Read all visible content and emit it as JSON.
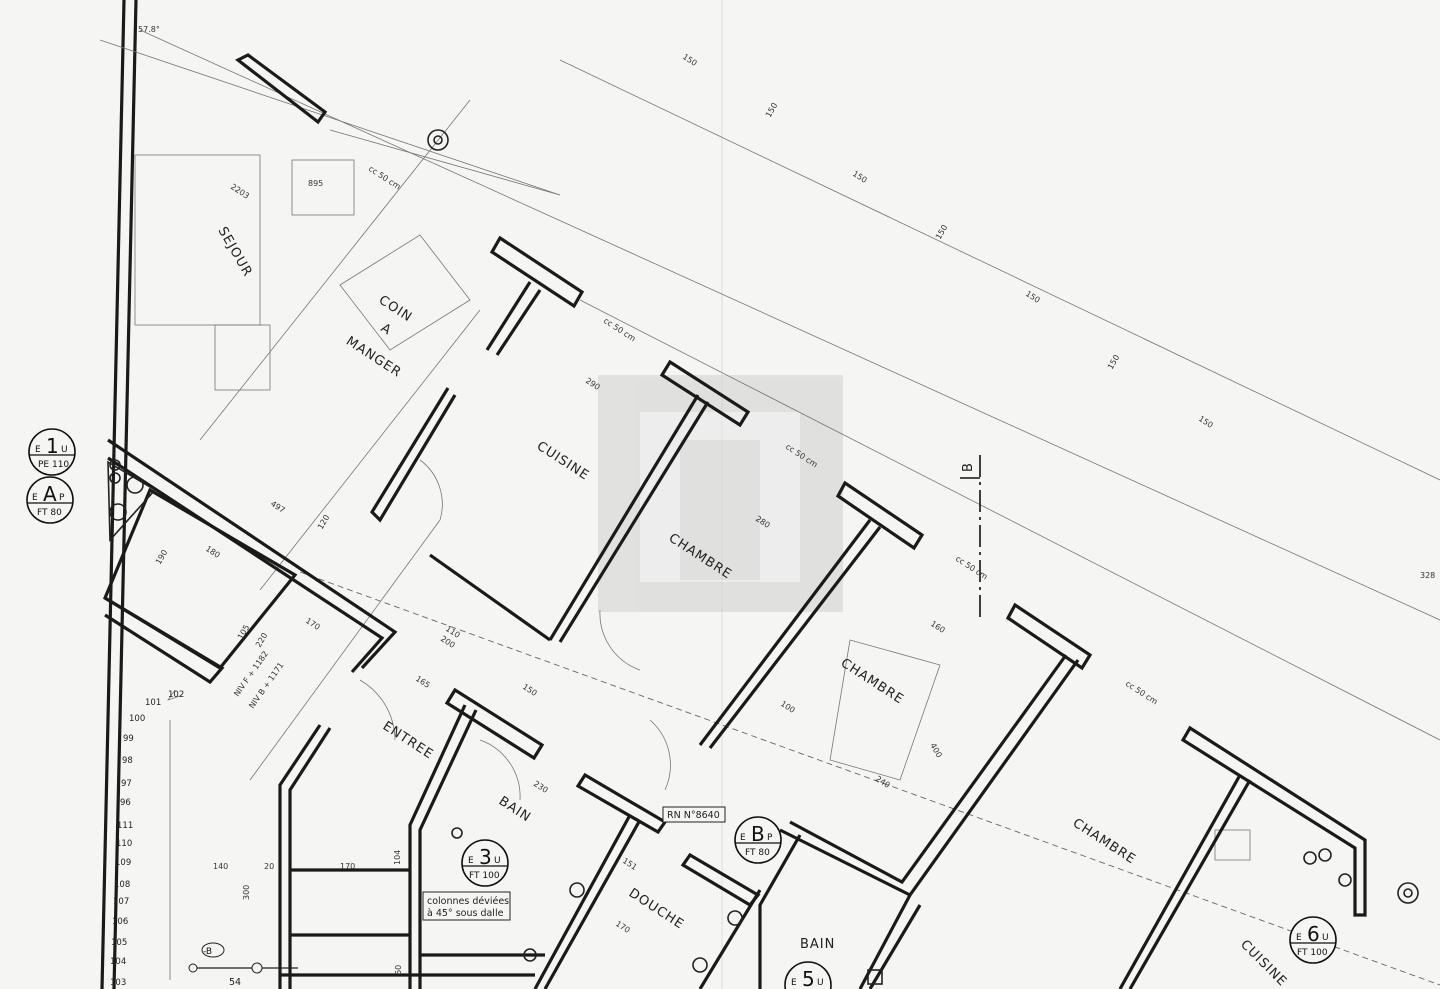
{
  "angle_label": "57.8°",
  "rooms": {
    "sejour": "SEJOUR",
    "coin": "COIN",
    "a": "A",
    "manger": "MANGER",
    "cuisine1": "CUISINE",
    "chambre1": "CHAMBRE",
    "chambre2": "CHAMBRE",
    "chambre3": "CHAMBRE",
    "entree": "ENTREE",
    "bain1": "BAIN",
    "bain2": "BAIN",
    "douche": "DOUCHE",
    "cuisine2": "CUISINE"
  },
  "levels": {
    "niv_f": "NIV F + 1182",
    "niv_b": "NIV B + 1171"
  },
  "note_rn": "RN N°8640",
  "note_colonnes": [
    "colonnes déviées",
    "à 45° sous dalle"
  ],
  "section_marker": "B",
  "level_marker": "-B",
  "symbols": [
    {
      "top_left": "E",
      "big": "1",
      "top_right": "U",
      "bottom": "PE 110"
    },
    {
      "top_left": "E",
      "big": "A",
      "top_right": "P",
      "bottom": "FT 80"
    },
    {
      "top_left": "E",
      "big": "3",
      "top_right": "U",
      "bottom": "FT 100"
    },
    {
      "top_left": "E",
      "big": "B",
      "top_right": "P",
      "bottom": "FT 80"
    },
    {
      "top_left": "E",
      "big": "5",
      "top_right": "U",
      "bottom": ""
    },
    {
      "top_left": "E",
      "big": "6",
      "top_right": "U",
      "bottom": "FT 100"
    }
  ],
  "stairs": [
    "102",
    "101",
    "100",
    "99",
    "98",
    "97",
    "96",
    "111",
    "110",
    "109",
    "108",
    "107",
    "106",
    "105",
    "104",
    "103"
  ],
  "dims": {
    "d2203": "2203",
    "d150a": "150",
    "d150b": "150",
    "d150c": "150",
    "d150d": "150",
    "d150e": "150",
    "d150f": "150",
    "d150g": "150",
    "cc1": "cc 50 cm",
    "cc2": "cc 50 cm",
    "cc3": "cc 50 cm",
    "cc4": "cc 50 cm",
    "cc5": "cc 50 cm",
    "d497": "497",
    "d180": "180",
    "d190": "190",
    "d170": "170",
    "d110": "110",
    "d200": "200",
    "d120": "120",
    "d165": "165",
    "d230": "230",
    "d151": "151",
    "d170b": "170",
    "d140": "140",
    "d20": "20",
    "d300": "300",
    "d104": "104",
    "d60": "60",
    "d54": "54",
    "d280": "280",
    "d240": "240",
    "d400": "400",
    "d100": "100",
    "d290": "290",
    "d160": "160",
    "d895": "895",
    "d105": "105",
    "d220": "220",
    "d150h": "150",
    "d328": "328"
  }
}
